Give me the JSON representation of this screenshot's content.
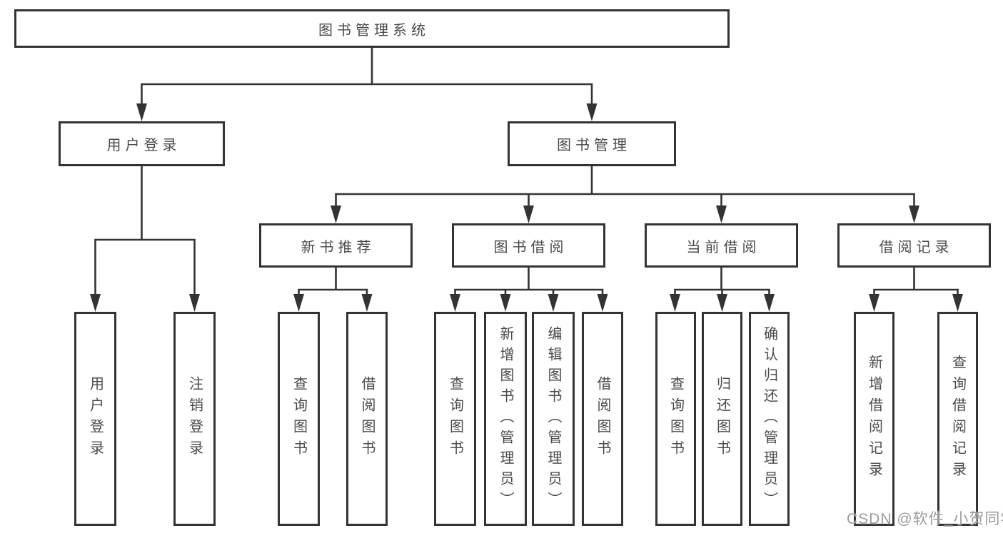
{
  "diagram": {
    "root": "图书管理系统",
    "user_login": {
      "label": "用户登录",
      "children": [
        "用户登录",
        "注销登录"
      ]
    },
    "book_mgmt": {
      "label": "图书管理",
      "new_books": {
        "label": "新书推荐",
        "children": [
          "查询图书",
          "借阅图书"
        ]
      },
      "book_borrow": {
        "label": "图书借阅",
        "children": [
          "查询图书",
          "新增图书（管理员）",
          "编辑图书（管理员）",
          "借阅图书"
        ]
      },
      "current_borrow": {
        "label": "当前借阅",
        "children": [
          "查询图书",
          "归还图书",
          "确认归还（管理员）"
        ]
      },
      "borrow_records": {
        "label": "借阅记录",
        "children": [
          "新增借阅记录",
          "查询借阅记录"
        ]
      }
    }
  },
  "watermark": "CSDN @软件_小贺同学",
  "colors": {
    "line": "#333333",
    "border": "#333333",
    "text": "#4a4a4a",
    "watermark": "#9b9b9b",
    "background": "#ffffff"
  }
}
